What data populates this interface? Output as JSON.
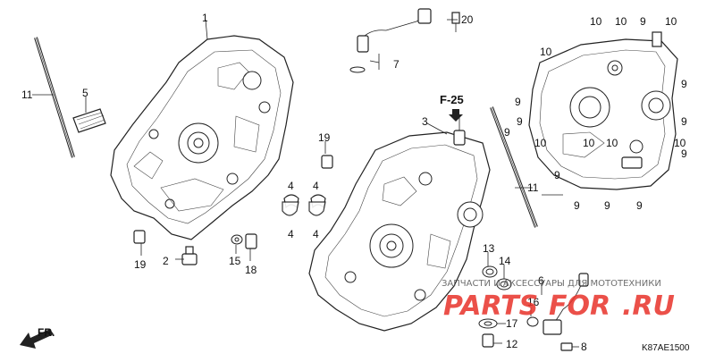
{
  "diagram": {
    "section_ref": "F-25",
    "diagram_code": "K87AE1500",
    "front_label": "FR.",
    "callouts": {
      "c1": "1",
      "c2": "2",
      "c3": "3",
      "c4a": "4",
      "c4b": "4",
      "c4c": "4",
      "c4d": "4",
      "c5": "5",
      "c6": "6",
      "c7": "7",
      "c8": "8",
      "c9a": "9",
      "c9b": "9",
      "c9c": "9",
      "c9d": "9",
      "c9e": "9",
      "c9f": "9",
      "c9g": "9",
      "c9h": "9",
      "c9i": "9",
      "c9j": "9",
      "c9k": "9",
      "c10a": "10",
      "c10b": "10",
      "c10c": "10",
      "c10d": "10",
      "c10e": "10",
      "c10f": "10",
      "c10g": "10",
      "c10h": "10",
      "c11a": "11",
      "c11b": "11",
      "c12": "12",
      "c13": "13",
      "c14": "14",
      "c15": "15",
      "c16": "16",
      "c17": "17",
      "c18": "18",
      "c19a": "19",
      "c19b": "19",
      "c20": "20"
    },
    "watermark": {
      "line1": "ЗАПЧАСТИ И АКСЕССУАРЫ ДЛЯ МОТОТЕХНИКИ",
      "logo_left": "PARTS",
      "logo_mid": "FOR",
      "logo_right": ".RU",
      "color_red": "#e8322a",
      "color_text": "#555555"
    }
  }
}
